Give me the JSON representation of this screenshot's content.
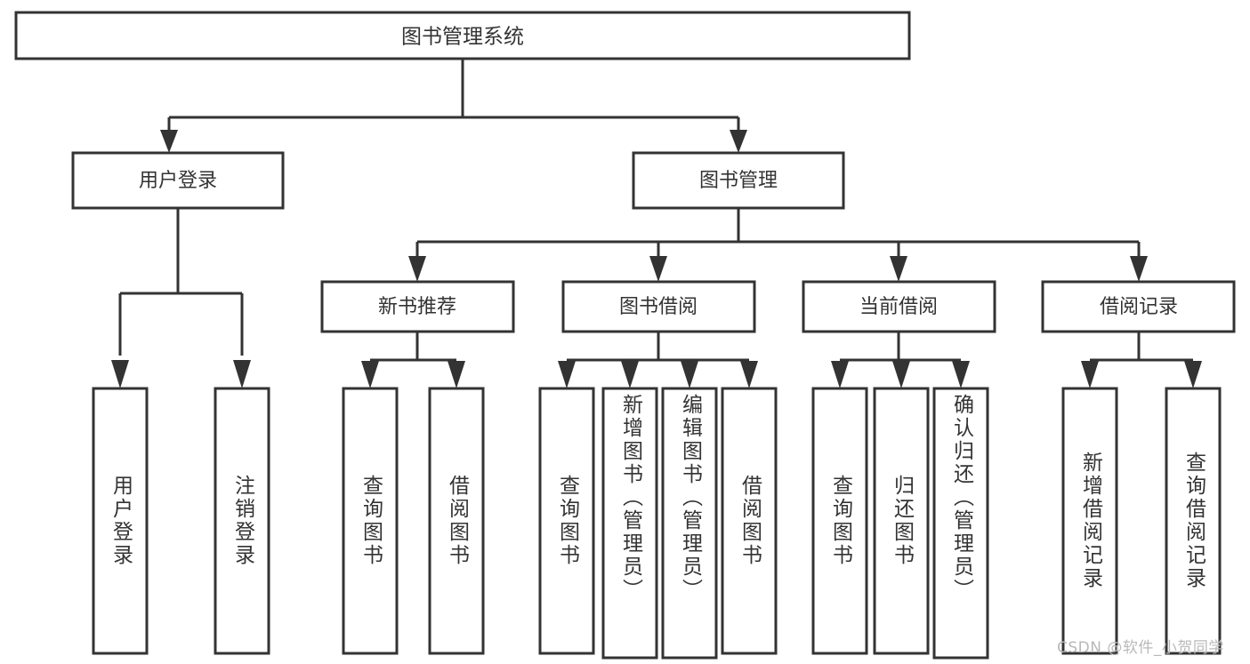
{
  "diagram": {
    "type": "tree-hierarchy-flowchart",
    "orientation": "top-down",
    "colors": {
      "stroke": "#333333",
      "fill": "#ffffff",
      "text": "#333333",
      "watermark": "#b9b9b9",
      "background": "#ffffff"
    },
    "root": {
      "label": "图书管理系统"
    },
    "level2": [
      {
        "label": "用户登录"
      },
      {
        "label": "图书管理"
      }
    ],
    "level3": [
      {
        "label": "新书推荐"
      },
      {
        "label": "图书借阅"
      },
      {
        "label": "当前借阅"
      },
      {
        "label": "借阅记录"
      }
    ],
    "leaves": {
      "user_login": [
        {
          "label": "用户登录"
        },
        {
          "label": "注销登录"
        }
      ],
      "new_book_recommend": [
        {
          "label": "查询图书"
        },
        {
          "label": "借阅图书"
        }
      ],
      "book_borrow": [
        {
          "label": "查询图书"
        },
        {
          "label": "新增图书（管理员）"
        },
        {
          "label": "编辑图书（管理员）"
        },
        {
          "label": "借阅图书"
        }
      ],
      "current_borrow": [
        {
          "label": "查询图书"
        },
        {
          "label": "归还图书"
        },
        {
          "label": "确认归还（管理员）"
        }
      ],
      "borrow_record": [
        {
          "label": "新增借阅记录"
        },
        {
          "label": "查询借阅记录"
        }
      ]
    }
  },
  "watermark": {
    "text": "CSDN @软件_小贺同学"
  }
}
